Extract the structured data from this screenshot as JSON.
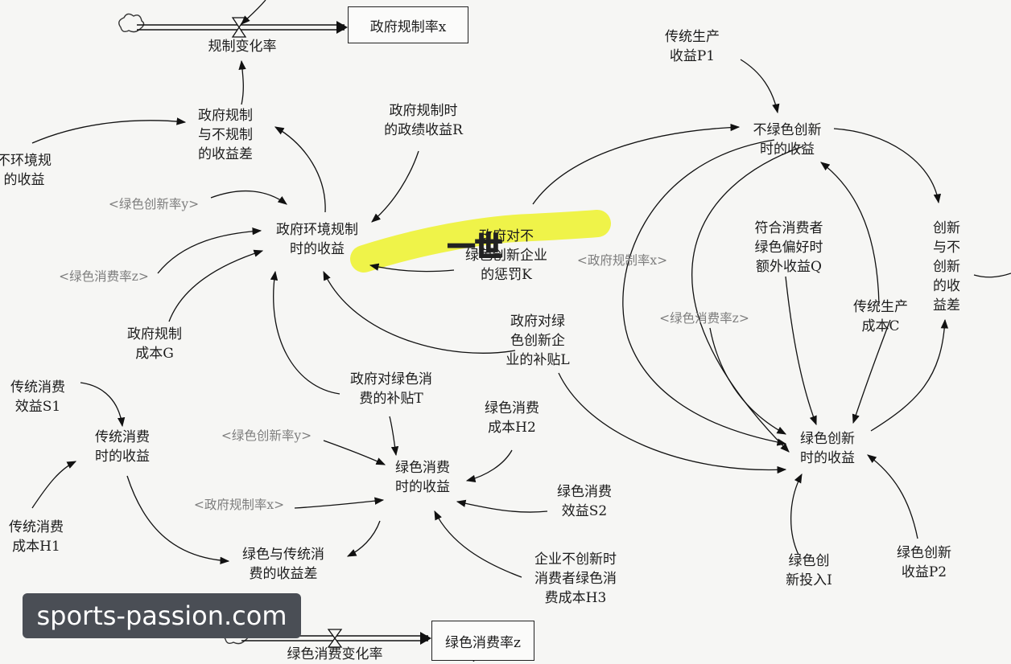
{
  "nodes": {
    "reg_rate_change": "规制变化率",
    "gov_reg_rate": "政府规制率x",
    "reg_diff": "政府规制\n与不规制\n的收益差",
    "no_reg_income": "不环境规\n的收益",
    "perf_income": "政府规制时\n的政绩收益R",
    "green_rate_shadow_1": "<绿色创新率y>",
    "gov_env_income": "政府环境规制\n时的收益",
    "green_cons_shadow_1": "<绿色消费率z>",
    "gov_reg_cost": "政府规制\n成本G",
    "penalty": "政府对不\n绿色创新企业\n的惩罚K",
    "gov_reg_shadow_1": "<政府规制率x>",
    "subsidy_firm": "政府对绿\n色创新企\n业的补贴L",
    "subsidy_cons": "政府对绿色消\n费的补贴T",
    "trad_benefit": "传统消费\n效益S1",
    "trad_cons_income": "传统消费\n时的收益",
    "trad_cost": "传统消费\n成本H1",
    "green_rate_shadow_2": "<绿色创新率y>",
    "green_cost_h2": "绿色消费\n成本H2",
    "green_cons_income": "绿色消费\n时的收益",
    "gov_reg_shadow_2": "<政府规制率x>",
    "green_benefit_s2": "绿色消费\n效益S2",
    "cons_diff": "绿色与传统消\n费的收益差",
    "green_cost_h3": "企业不创新时\n消费者绿色消\n费成本H3",
    "green_cons_rate": "绿色消费率z",
    "green_cons_change": "绿色消费变化率",
    "trad_prod_income": "传统生产\n收益P1",
    "non_green_income": "不绿色创新\n时的收益",
    "extra_income": "符合消费者\n绿色偏好时\n额外收益Q",
    "trad_prod_cost": "传统生产\n成本C",
    "innov_diff": "创新\n与不\n创新\n的收\n益差",
    "green_cons_shadow_2": "<绿色消费率z>",
    "green_innov_income": "绿色创新\n时的收益",
    "innov_invest": "绿色创\n新投入I",
    "green_innov_p2": "绿色创新\n收益P2"
  },
  "overlay": {
    "scribble_text": "一世",
    "highlight_color": "#eef23a"
  },
  "watermark": "sports-passion.com"
}
